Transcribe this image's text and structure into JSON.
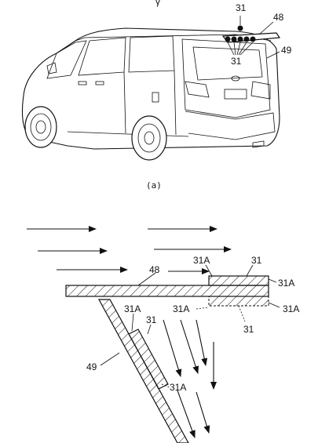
{
  "figure_a": {
    "caption": "(a)",
    "top_mark": "γ",
    "labels": {
      "spoiler_unit": "31",
      "spoiler": "48",
      "rear_window": "49",
      "units": "31"
    }
  },
  "figure_b": {
    "labels": {
      "top_unit_label_a": "31A",
      "top_unit": "31",
      "spoiler": "48",
      "top_unit_label_b": "31A",
      "bottom_unit_label_left": "31A",
      "bottom_unit_label_right": "31A",
      "bottom_unit": "31",
      "window_unit_label": "31A",
      "window_unit": "31",
      "window": "49",
      "window_unit_label_b": "31A"
    }
  }
}
